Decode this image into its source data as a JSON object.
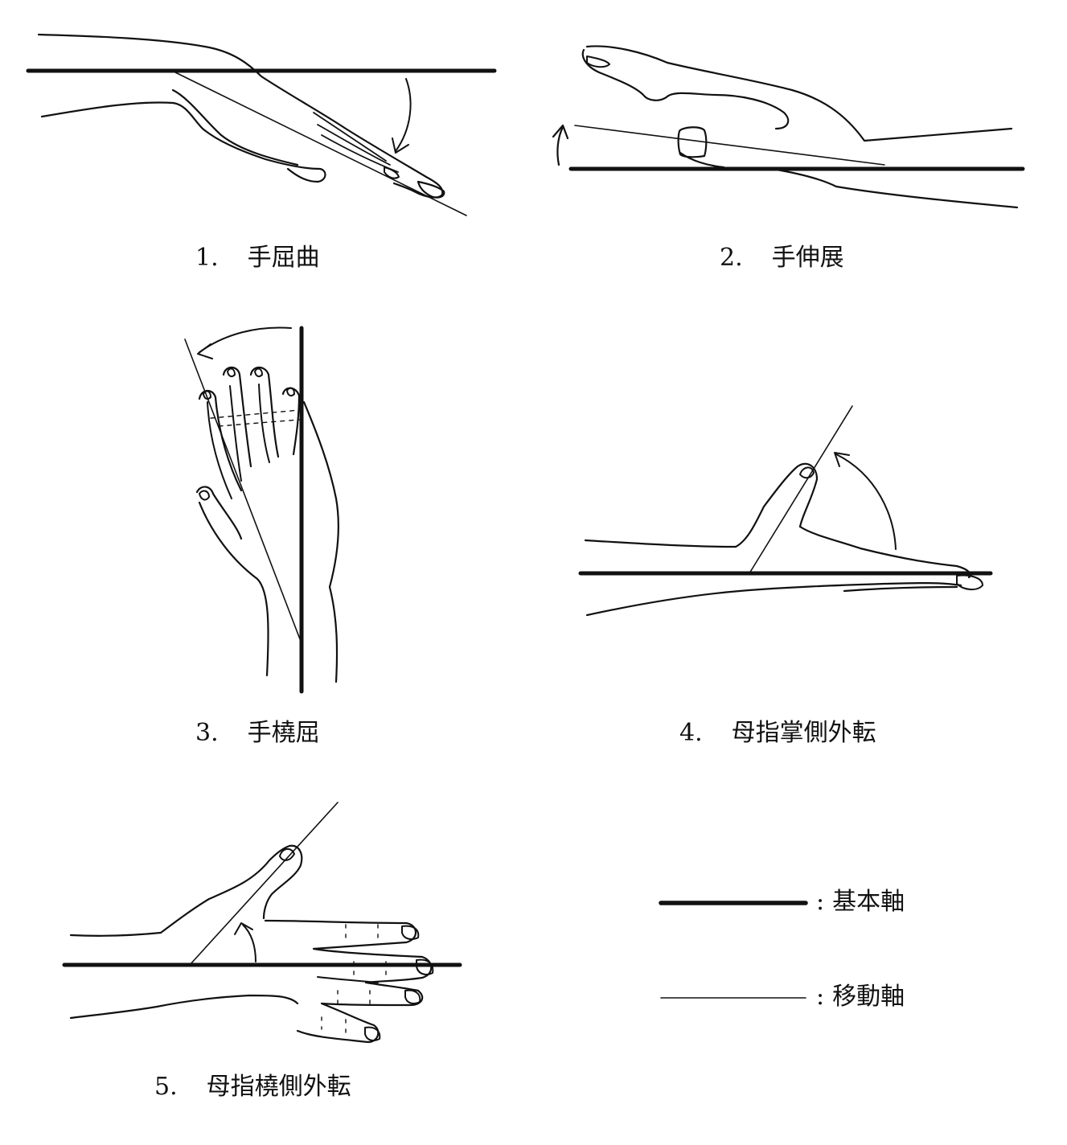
{
  "figures": [
    {
      "number": "1.",
      "label": "手屈曲"
    },
    {
      "number": "2.",
      "label": "手伸展"
    },
    {
      "number": "3.",
      "label": "手橈屈"
    },
    {
      "number": "4.",
      "label": "母指掌側外転"
    },
    {
      "number": "5.",
      "label": "母指橈側外転"
    }
  ],
  "legend": {
    "separator": ":",
    "basic_axis": "基本軸",
    "moving_axis": "移動軸"
  },
  "colors": {
    "ink": "#111111",
    "background": "#ffffff"
  }
}
